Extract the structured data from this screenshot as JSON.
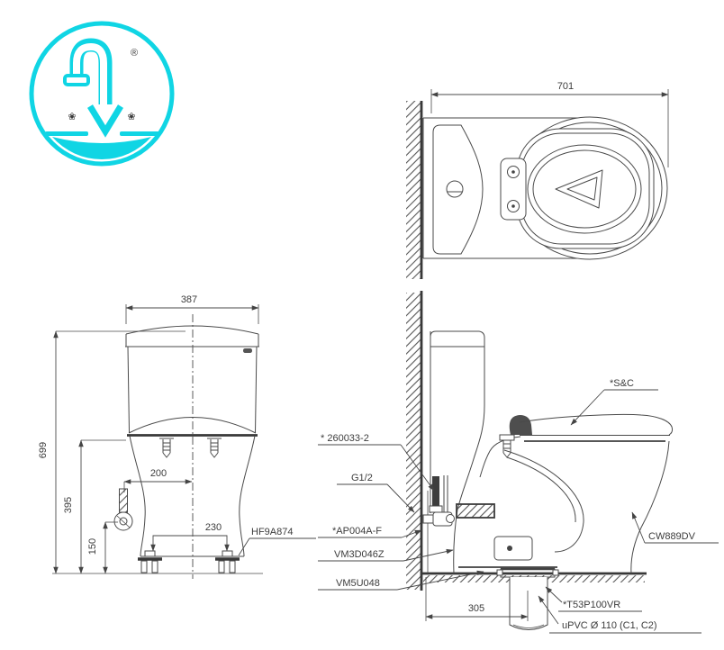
{
  "page": {
    "background": "#ffffff",
    "line_color": "#4a4a4a",
    "text_color": "#3c3c3c"
  },
  "logo": {
    "color": "#10d5e4",
    "registered_mark": "®",
    "flower_glyph": "❀"
  },
  "top_view": {
    "width_dim": "701"
  },
  "front_view": {
    "tank_width_dim": "387",
    "total_height_dim": "699",
    "rim_height_dim": "395",
    "supply_height_dim": "150",
    "supply_offset_dim": "200",
    "bolt_spacing_dim": "230",
    "bolt_cap_label": "HF9A874"
  },
  "side_view": {
    "depth_dim": "305",
    "fixing_bolt_label": "* 260033-2",
    "supply_thread_label": "G1/2",
    "angle_valve_label": "*AP004A-F",
    "connector_label": "VM3D046Z",
    "outlet_socket_label": "VM5U048",
    "seat_label": "*S&C",
    "bowl_model_label": "CW889DV",
    "flange_label": "*T53P100VR",
    "drain_pipe_label": "uPVC Ø 110 (C1, C2)"
  }
}
